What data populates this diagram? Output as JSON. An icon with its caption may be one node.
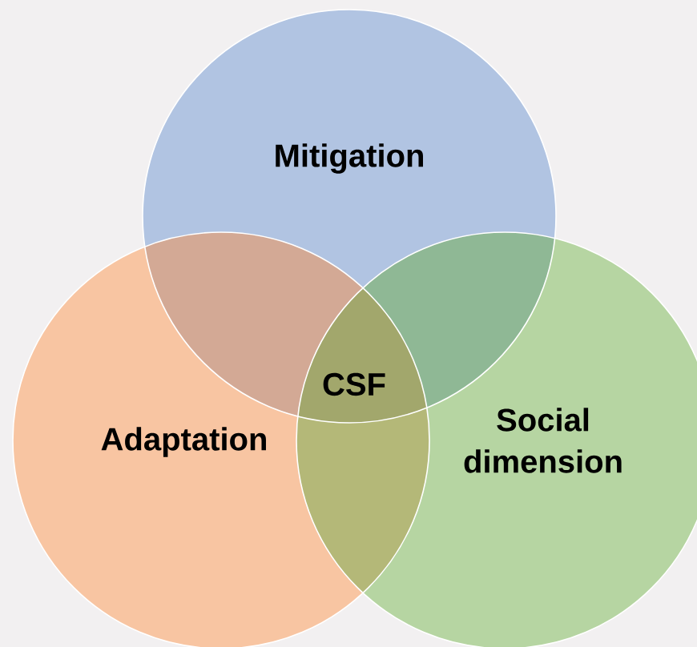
{
  "diagram": {
    "nodes": [
      {
        "text": [
          "Mitigation"
        ]
      },
      {
        "text": [
          "Adaptation"
        ]
      },
      {
        "text": [
          "Social dimension"
        ]
      }
    ],
    "labels": [
      "CSF"
    ]
  }
}
